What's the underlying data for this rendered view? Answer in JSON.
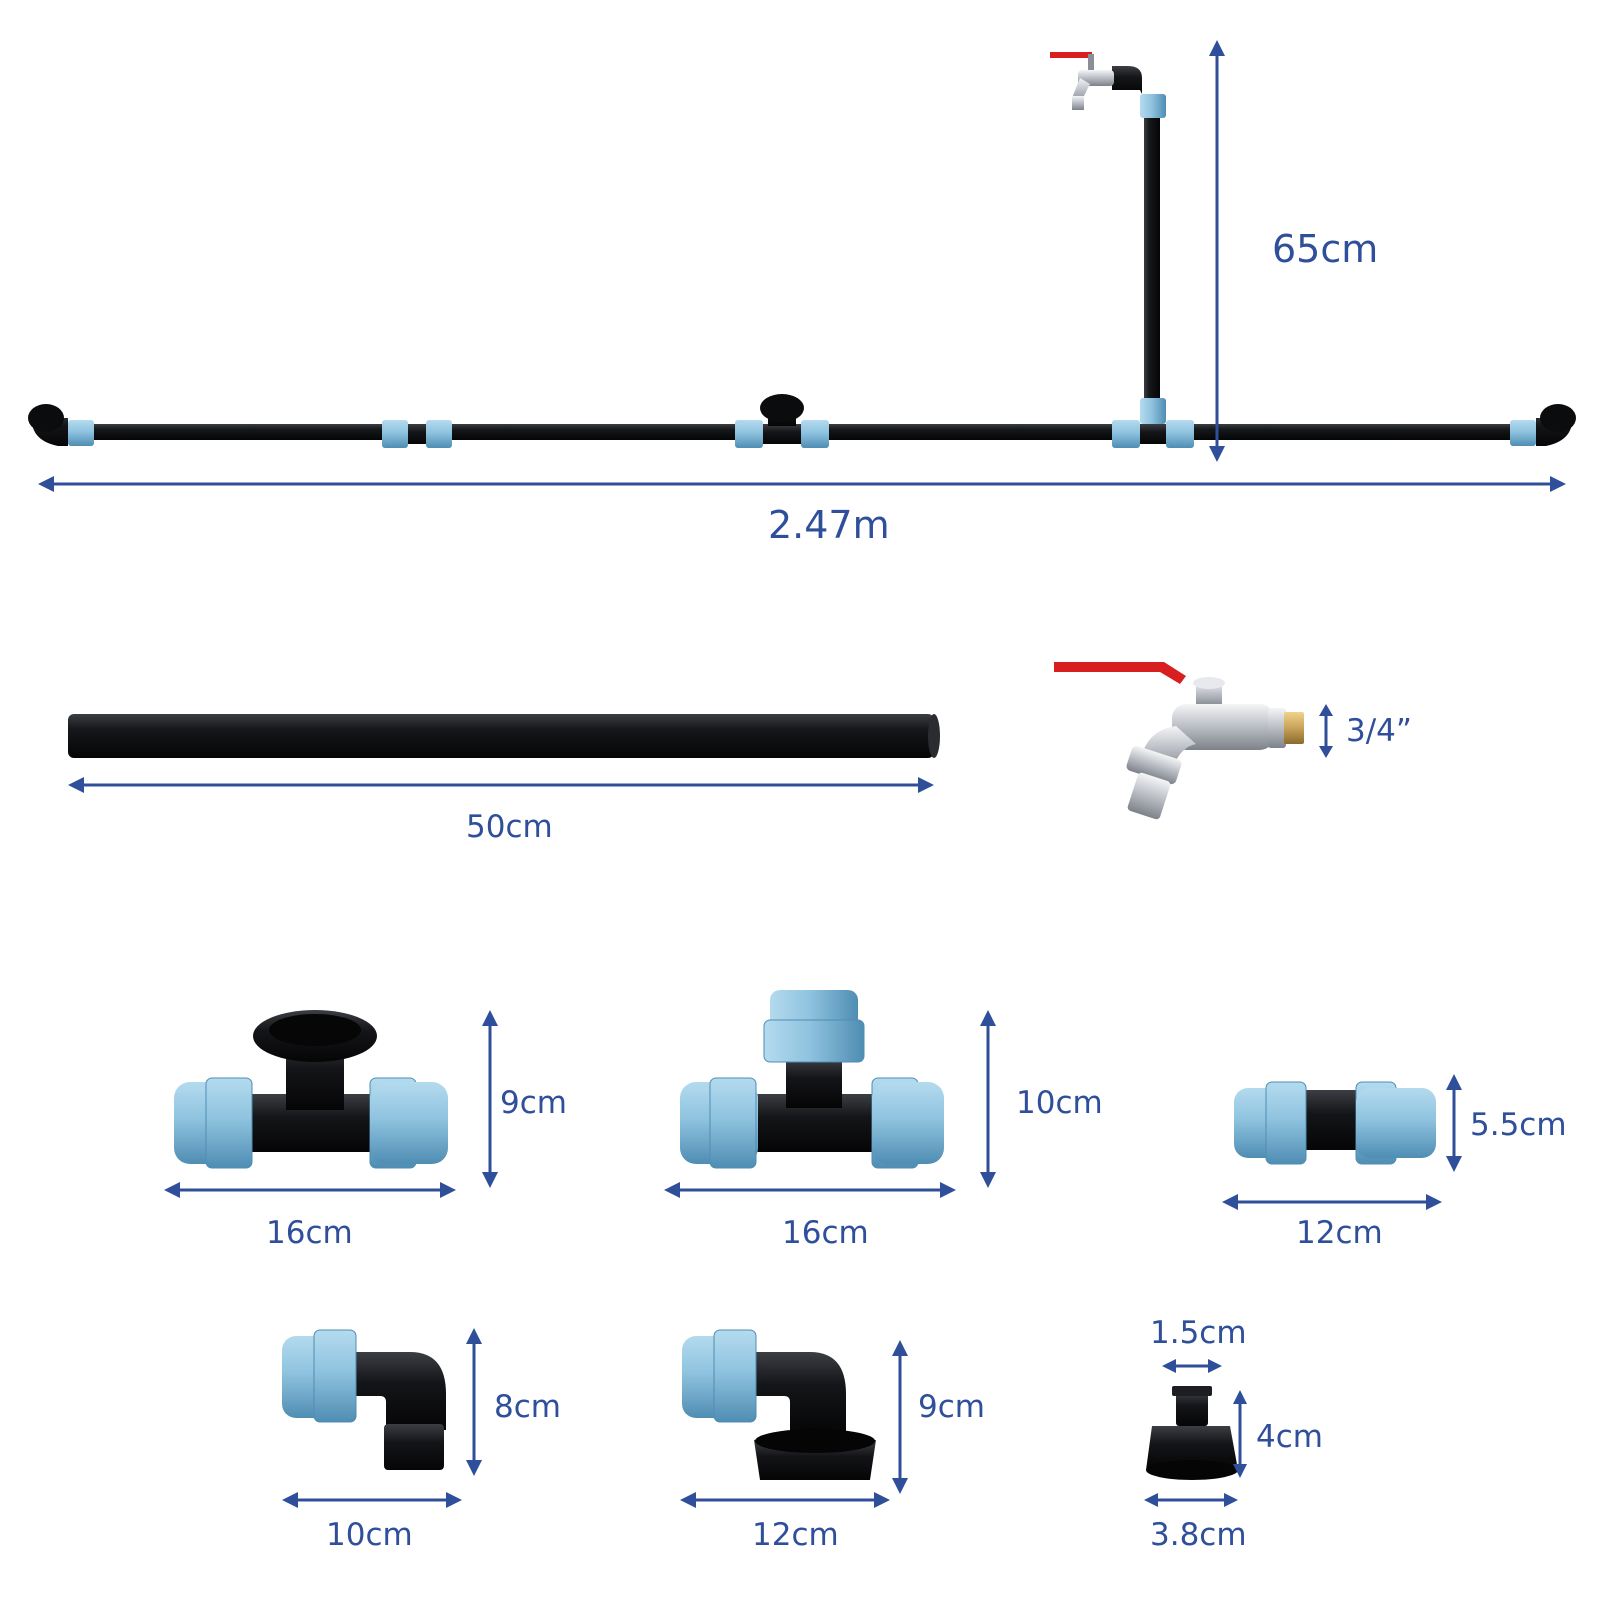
{
  "theme": {
    "dimension_color": "#2f4f9a",
    "pipe_color": "#15171a",
    "fitting_black": "#0e0f11",
    "coupling_blue": "#8fc3df",
    "coupling_blue_dark": "#4f8db3",
    "brass_color": "#c8a25a",
    "chrome_color": "#c9ccd1",
    "handle_red": "#d81e1e"
  },
  "assembly": {
    "total_length_label": "2.47m",
    "riser_height_label": "65cm"
  },
  "pipe_section": {
    "length_label": "50cm"
  },
  "tap": {
    "thread_label": "3/4”"
  },
  "fittings": {
    "tee_female": {
      "height_label": "9cm",
      "width_label": "16cm"
    },
    "tee_equal": {
      "height_label": "10cm",
      "width_label": "16cm"
    },
    "straight_coupler": {
      "height_label": "5.5cm",
      "width_label": "12cm"
    },
    "elbow_small": {
      "height_label": "8cm",
      "width_label": "10cm"
    },
    "elbow_ibc": {
      "height_label": "9cm",
      "width_label": "12cm"
    },
    "hose_adapter": {
      "top_width_label": "1.5cm",
      "height_label": "4cm",
      "width_label": "3.8cm"
    }
  }
}
